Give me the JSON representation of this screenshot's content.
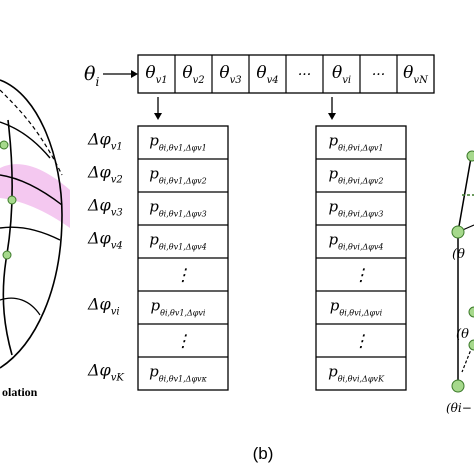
{
  "colors": {
    "sphere_fill": "#f4c8f0",
    "node": "#a6d98c",
    "node_edge": "#3c7a2a"
  },
  "left_panel": {
    "label": "olation"
  },
  "top_row": {
    "theta_i": {
      "base": "θ",
      "sub": "i"
    },
    "cells": [
      {
        "base": "θ",
        "sub": "v1"
      },
      {
        "base": "θ",
        "sub": "v2"
      },
      {
        "base": "θ",
        "sub": "v3"
      },
      {
        "base": "θ",
        "sub": "v4"
      },
      {
        "base": "···",
        "sub": ""
      },
      {
        "base": "θ",
        "sub": "vi"
      },
      {
        "base": "···",
        "sub": ""
      },
      {
        "base": "θ",
        "sub": "vN"
      }
    ],
    "between_dots": "···"
  },
  "row_labels": [
    {
      "base": "Δφ",
      "sub": "v1"
    },
    {
      "base": "Δφ",
      "sub": "v2"
    },
    {
      "base": "Δφ",
      "sub": "v3"
    },
    {
      "base": "Δφ",
      "sub": "v4"
    },
    {
      "base": "Δφ",
      "sub": "vi"
    },
    {
      "base": "Δφ",
      "sub": "vK"
    }
  ],
  "col1": [
    {
      "base": "p",
      "sub": "θi,θv1,Δφv1"
    },
    {
      "base": "p",
      "sub": "θi,θv1,Δφv2"
    },
    {
      "base": "p",
      "sub": "θi,θv1,Δφv3"
    },
    {
      "base": "p",
      "sub": "θi,θv1,Δφv4"
    },
    {
      "base": "⋮",
      "sub": ""
    },
    {
      "base": "p",
      "sub": "θi,θv1,Δφvi"
    },
    {
      "base": "⋮",
      "sub": ""
    },
    {
      "base": "p",
      "sub": "θi,θv1,Δφvκ"
    }
  ],
  "col2": [
    {
      "base": "p",
      "sub": "θi,θvi,Δφv1"
    },
    {
      "base": "p",
      "sub": "θi,θvi,Δφv2"
    },
    {
      "base": "p",
      "sub": "θi,θvi,Δφv3"
    },
    {
      "base": "p",
      "sub": "θi,θvi,Δφv4"
    },
    {
      "base": "⋮",
      "sub": ""
    },
    {
      "base": "p",
      "sub": "θi,θvi,Δφvi"
    },
    {
      "base": "⋮",
      "sub": ""
    },
    {
      "base": "p",
      "sub": "θi,θvi,ΔφvK"
    }
  ],
  "right_panel": {
    "labels": [
      "(θ",
      "(θ",
      "(θi−"
    ]
  },
  "caption": "(b)"
}
